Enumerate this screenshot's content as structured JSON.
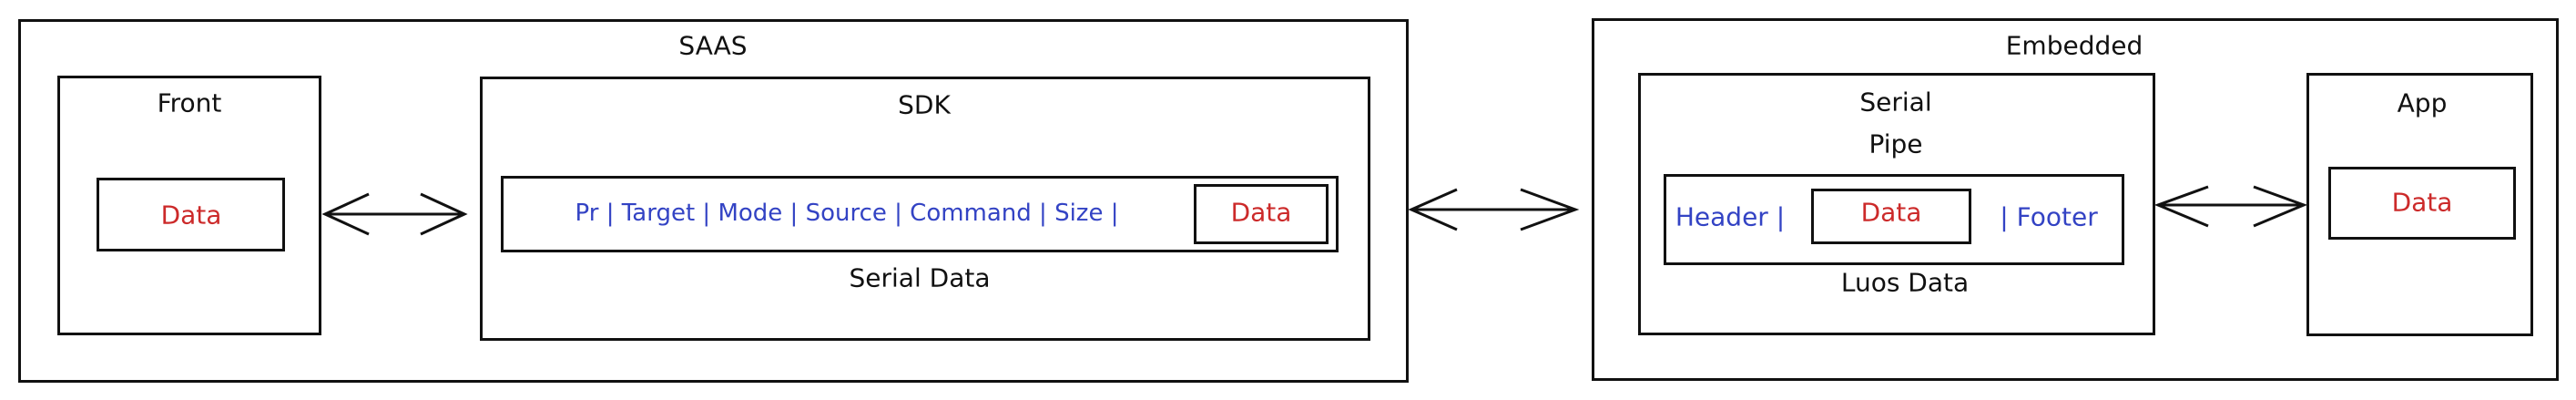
{
  "saas": {
    "title": "SAAS",
    "front": {
      "title": "Front",
      "data": "Data"
    },
    "sdk": {
      "title": "SDK",
      "fields": "Pr | Target | Mode | Source | Command | Size |",
      "data": "Data",
      "caption": "Serial Data"
    }
  },
  "embedded": {
    "title": "Embedded",
    "serial_pipe": {
      "title_line1": "Serial",
      "title_line2": "Pipe",
      "header": "Header |",
      "data": "Data",
      "footer": "| Footer",
      "caption": "Luos Data"
    },
    "app": {
      "title": "App",
      "data": "Data"
    }
  },
  "colors": {
    "field_text": "#3343c4",
    "data_text": "#cc2a2a",
    "stroke": "#111111"
  }
}
